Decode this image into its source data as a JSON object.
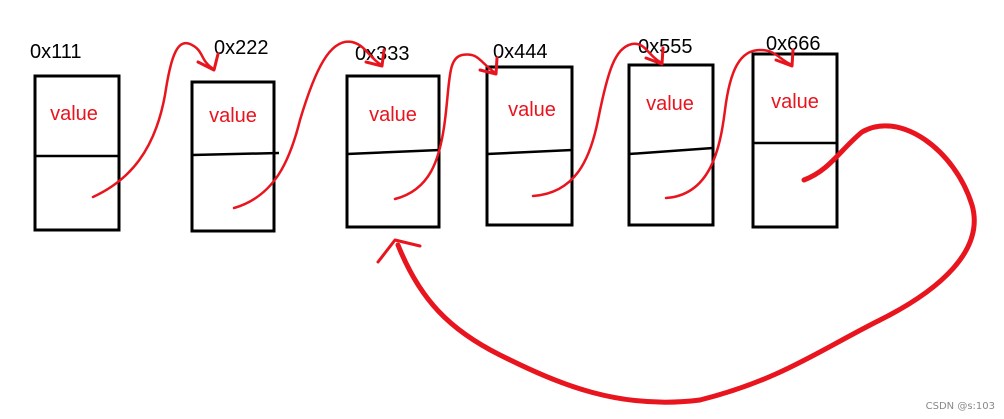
{
  "colors": {
    "ink": "#000000",
    "arrow": "#e8141e",
    "value_text": "#e8141e",
    "watermark": "#888888"
  },
  "nodes": [
    {
      "address": "0x111",
      "value_label": "value"
    },
    {
      "address": "0x222",
      "value_label": "value"
    },
    {
      "address": "0x333",
      "value_label": "value"
    },
    {
      "address": "0x444",
      "value_label": "value"
    },
    {
      "address": "0x555",
      "value_label": "value"
    },
    {
      "address": "0x666",
      "value_label": "value"
    }
  ],
  "links": [
    {
      "from": "0x111",
      "to": "0x222"
    },
    {
      "from": "0x222",
      "to": "0x333"
    },
    {
      "from": "0x333",
      "to": "0x444"
    },
    {
      "from": "0x444",
      "to": "0x555"
    },
    {
      "from": "0x555",
      "to": "0x666"
    },
    {
      "from": "0x666",
      "to": "0x333"
    }
  ],
  "watermark": "CSDN @s:103"
}
